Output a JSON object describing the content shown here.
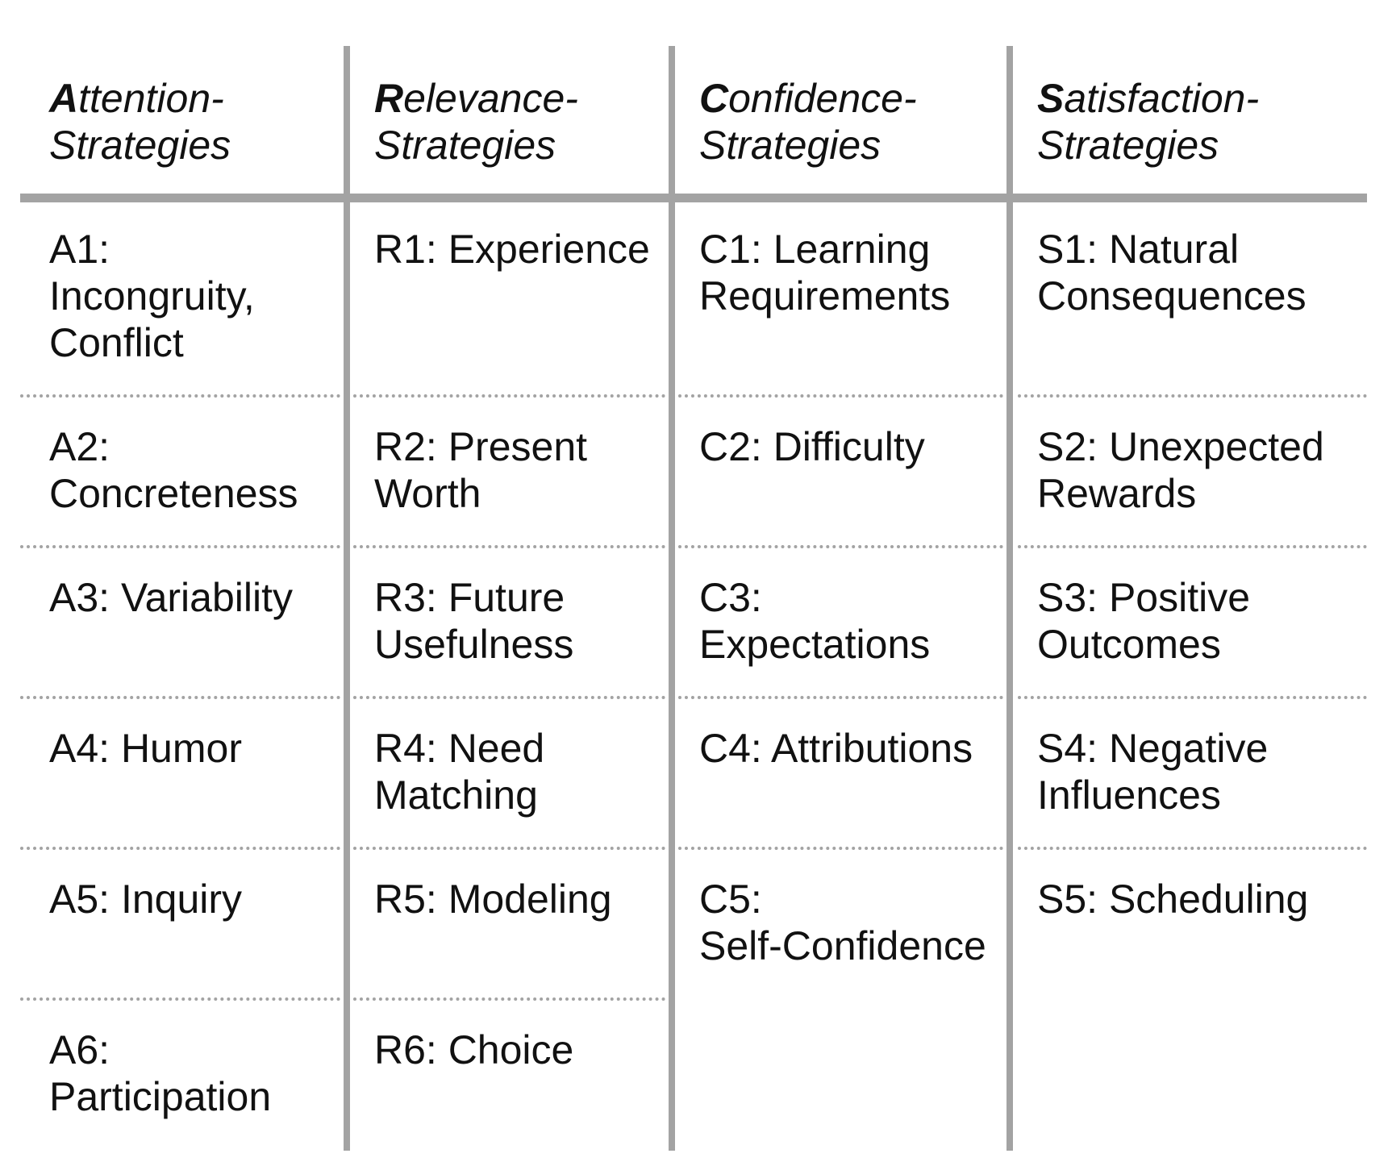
{
  "table": {
    "headers": [
      {
        "initial": "A",
        "line1_rest": "ttention-",
        "line2": "Strategies"
      },
      {
        "initial": "R",
        "line1_rest": "elevance-",
        "line2": "Strategies"
      },
      {
        "initial": "C",
        "line1_rest": "onfidence-",
        "line2": "Strategies"
      },
      {
        "initial": "S",
        "line1_rest": "atisfaction-",
        "line2": "Strategies"
      }
    ],
    "columns": [
      {
        "cells": [
          {
            "lines": [
              "A1:",
              "Incongruity,",
              "Conflict"
            ]
          },
          {
            "lines": [
              "A2:",
              "Concreteness"
            ]
          },
          {
            "lines": [
              "A3: Variability"
            ]
          },
          {
            "lines": [
              "A4: Humor"
            ]
          },
          {
            "lines": [
              "A5: Inquiry"
            ]
          },
          {
            "lines": [
              "A6:",
              "Participation"
            ]
          }
        ]
      },
      {
        "cells": [
          {
            "lines": [
              "R1: Experience"
            ]
          },
          {
            "lines": [
              "R2: Present",
              "Worth"
            ]
          },
          {
            "lines": [
              "R3: Future",
              "Usefulness"
            ]
          },
          {
            "lines": [
              "R4: Need",
              "Matching"
            ]
          },
          {
            "lines": [
              "R5: Modeling"
            ]
          },
          {
            "lines": [
              "R6: Choice"
            ]
          }
        ]
      },
      {
        "cells": [
          {
            "lines": [
              "C1: Learning",
              "Requirements"
            ]
          },
          {
            "lines": [
              "C2: Difficulty"
            ]
          },
          {
            "lines": [
              "C3:",
              "Expectations"
            ]
          },
          {
            "lines": [
              "C4: Attributions"
            ]
          },
          {
            "lines": [
              "C5:",
              "Self-Confidence"
            ]
          }
        ]
      },
      {
        "cells": [
          {
            "lines": [
              "S1: Natural",
              "Consequences"
            ]
          },
          {
            "lines": [
              "S2: Unexpected",
              "Rewards"
            ]
          },
          {
            "lines": [
              "S3: Positive",
              "Outcomes"
            ]
          },
          {
            "lines": [
              "S4: Negative",
              "Influences"
            ]
          },
          {
            "lines": [
              "S5: Scheduling"
            ]
          }
        ]
      }
    ]
  }
}
